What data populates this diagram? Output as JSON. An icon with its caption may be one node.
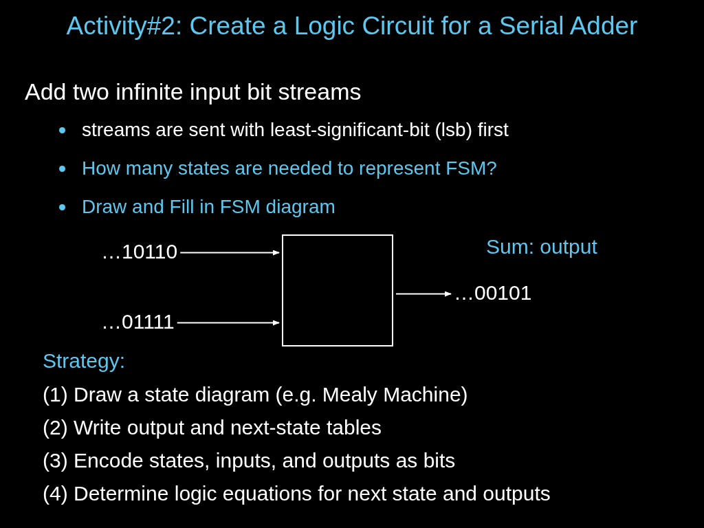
{
  "diagram": {
    "title": "Activity#2: Create a Logic Circuit for a Serial Adder",
    "nodes": [
      {
        "text": [
          "…10110"
        ]
      },
      {
        "text": [
          "…01111"
        ]
      },
      {
        "text": [],
        "shape": "box"
      },
      {
        "text": [
          "…00101"
        ]
      }
    ],
    "edges": [
      {
        "from": 0,
        "to": 2,
        "arrow": "to"
      },
      {
        "from": 1,
        "to": 2,
        "arrow": "to"
      },
      {
        "from": 2,
        "to": 3,
        "arrow": "to"
      }
    ],
    "labels": [
      "Add two infinite input bit streams",
      "streams are sent with least-significant-bit (lsb) first",
      "How many states are needed to represent FSM?",
      "Draw and Fill in FSM diagram",
      "Sum: output",
      "Strategy:",
      "(1) Draw a state diagram (e.g. Mealy Machine)",
      "(2) Write output and next-state tables",
      "(3) Encode states, inputs, and outputs as bits",
      "(4) Determine logic equations for next state and outputs"
    ]
  }
}
